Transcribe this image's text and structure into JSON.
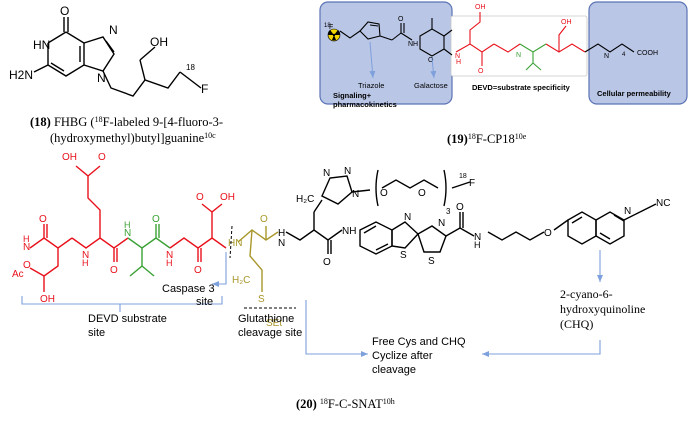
{
  "colors": {
    "black": "#000000",
    "red": "#e8111b",
    "green": "#3aa135",
    "olive": "#a8972a",
    "panel_fill": "#b9c6e6",
    "panel_stroke": "#5a73b5",
    "arrow": "#7ea0dd",
    "radiation_yellow": "#f2d600"
  },
  "compound18": {
    "atoms": {
      "O": "O",
      "OH": "OH",
      "HN": "HN",
      "N": "N",
      "H2N": "H2N",
      "F": "F",
      "F_iso": "18"
    },
    "caption": {
      "num": "(18)",
      "line1": " FHBG (",
      "line1_iso": "18",
      "line1_rest": "F-labeled 9-[4-fluoro-3-",
      "line2": "(hydroxymethyl)butyl]guanine",
      "line2_ref": "10c"
    }
  },
  "compound19": {
    "atoms": {
      "F_iso": "18",
      "F": "F",
      "NH": "NH",
      "H": "H",
      "N": "N",
      "O": "O",
      "OH": "OH",
      "COOH": "COOH",
      "NHa": "H",
      "n": "4"
    },
    "labels": {
      "triazole": "Triazole",
      "galactose": "Galactose",
      "signaling_1": "Signaling+",
      "signaling_2": "pharmacokinetics",
      "devd": "DEVD=substrate specificity",
      "cellular": "Cellular permeability"
    },
    "caption": {
      "num": "(19)",
      "iso": "18",
      "rest": "F-CP18",
      "ref": "10e"
    }
  },
  "compound20": {
    "atoms": {
      "Ac": "Ac",
      "N": "N",
      "H": "H",
      "O": "O",
      "OH": "OH",
      "S": "S",
      "H2C": "H₂C",
      "SEt": "SEt",
      "NC": "NC",
      "n3": "3",
      "F_iso": "18",
      "F": "F",
      "HN": "HN",
      "NH": "NH"
    },
    "labels": {
      "caspase": "Caspase 3",
      "caspase_site": "site",
      "devd": "DEVD substrate",
      "devd_site": "site",
      "glutathione_1": "Glutathione",
      "glutathione_2": "cleavage site",
      "chq_1": "2-cyano-6-",
      "chq_2": "hydroxyquinoline",
      "chq_3": "(CHQ)",
      "free_1": "Free Cys and CHQ",
      "free_2": "Cyclize after",
      "free_3": "cleavage"
    },
    "caption": {
      "num": "(20)",
      "iso": "18",
      "rest": "F-C-SNAT",
      "ref": "10h"
    }
  }
}
